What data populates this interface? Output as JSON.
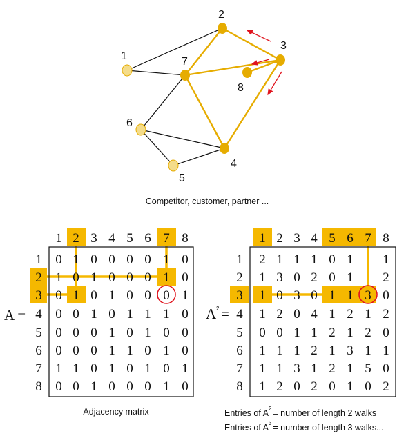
{
  "graph": {
    "caption": "Competitor, customer, partner ...",
    "node_labels": [
      "1",
      "2",
      "3",
      "4",
      "5",
      "6",
      "7",
      "8"
    ]
  },
  "adjacency": {
    "lhs": "A =",
    "col_headers": [
      "1",
      "2",
      "3",
      "4",
      "5",
      "6",
      "7",
      "8"
    ],
    "row_headers": [
      "1",
      "2",
      "3",
      "4",
      "5",
      "6",
      "7",
      "8"
    ],
    "rows": [
      [
        "0",
        "1",
        "0",
        "0",
        "0",
        "0",
        "1",
        "0"
      ],
      [
        "1",
        "0",
        "1",
        "0",
        "0",
        "0",
        "1",
        "0"
      ],
      [
        "0",
        "1",
        "0",
        "1",
        "0",
        "0",
        "0",
        "1"
      ],
      [
        "0",
        "0",
        "1",
        "0",
        "1",
        "1",
        "1",
        "0"
      ],
      [
        "0",
        "0",
        "0",
        "1",
        "0",
        "1",
        "0",
        "0"
      ],
      [
        "0",
        "0",
        "0",
        "1",
        "1",
        "0",
        "1",
        "0"
      ],
      [
        "1",
        "1",
        "0",
        "1",
        "0",
        "1",
        "0",
        "1"
      ],
      [
        "0",
        "0",
        "1",
        "0",
        "0",
        "0",
        "1",
        "0"
      ]
    ],
    "caption": "Adjacency matrix"
  },
  "squared": {
    "lhs_base": "A",
    "lhs_exp": "2",
    "lhs_eq": "=",
    "col_headers": [
      "1",
      "2",
      "3",
      "4",
      "5",
      "6",
      "7",
      "8"
    ],
    "row_headers": [
      "1",
      "2",
      "3",
      "4",
      "5",
      "6",
      "7",
      "8"
    ],
    "rows": [
      [
        "2",
        "1",
        "1",
        "1",
        "0",
        "1",
        "",
        "1"
      ],
      [
        "1",
        "3",
        "0",
        "2",
        "0",
        "1",
        "",
        "2"
      ],
      [
        "1",
        "0",
        "3",
        "0",
        "1",
        "1",
        "3",
        "0"
      ],
      [
        "1",
        "2",
        "0",
        "4",
        "1",
        "2",
        "1",
        "2"
      ],
      [
        "0",
        "0",
        "1",
        "1",
        "2",
        "1",
        "2",
        "0"
      ],
      [
        "1",
        "1",
        "1",
        "2",
        "1",
        "3",
        "1",
        "1"
      ],
      [
        "1",
        "1",
        "3",
        "1",
        "2",
        "1",
        "5",
        "0"
      ],
      [
        "1",
        "2",
        "0",
        "2",
        "0",
        "1",
        "0",
        "2"
      ]
    ],
    "note1_pre": "Entries of A",
    "note1_exp": "2",
    "note1_post": "= number of length 2 walks",
    "note2_pre": "Entries of A",
    "note2_exp": "3",
    "note2_post": "= number of length 3 walks..."
  },
  "colors": {
    "highlight": "#f5b800",
    "node_dark": "#e6ac00",
    "node_light": "#f4dc8a",
    "edge": "#111111",
    "circle": "#e0141e",
    "arrow": "#e0141e"
  }
}
